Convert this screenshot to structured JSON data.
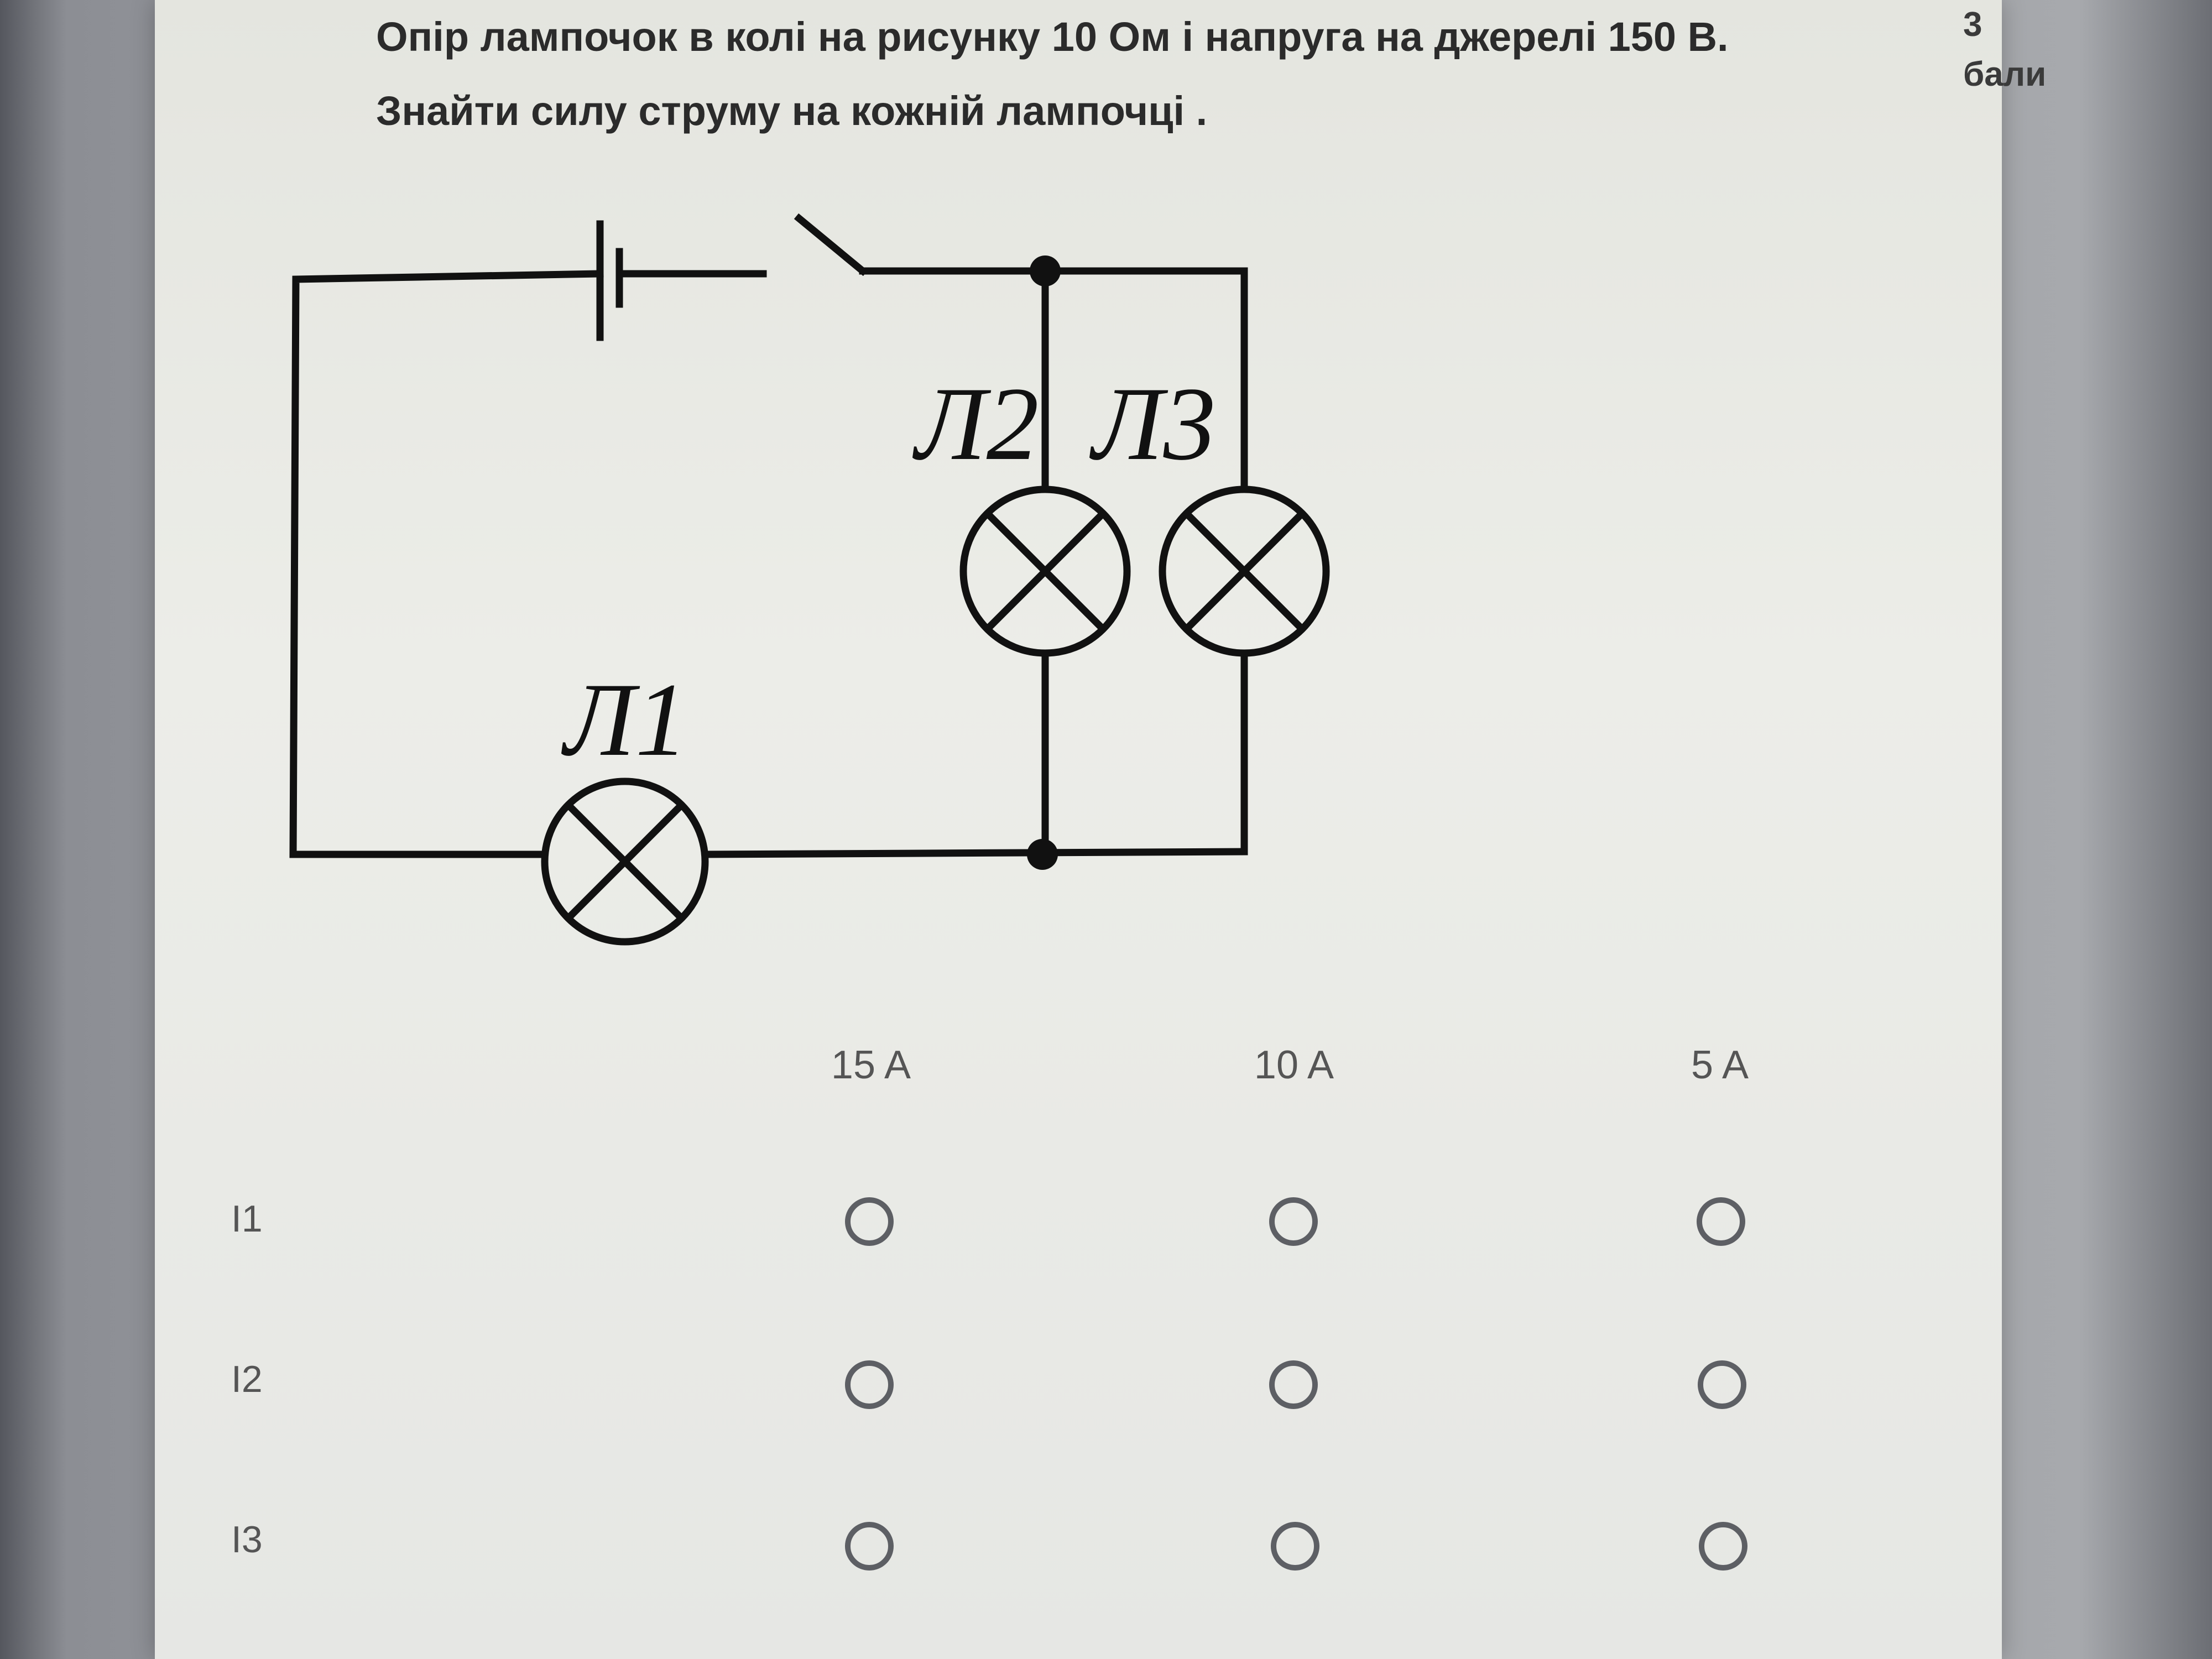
{
  "question": {
    "line1": "Опір лампочок в колі на рисунку 10 Ом і напруга на джерелі 150 В.",
    "line2": "Знайти силу струму на кожній лампочці .",
    "points": "3 бали"
  },
  "diagram": {
    "lamp1_label": "Л1",
    "lamp2_label": "Л2",
    "lamp3_label": "Л3"
  },
  "grid": {
    "columns": [
      "15 A",
      "10 A",
      "5 A"
    ],
    "rows": [
      "I1",
      "I2",
      "I3"
    ]
  }
}
